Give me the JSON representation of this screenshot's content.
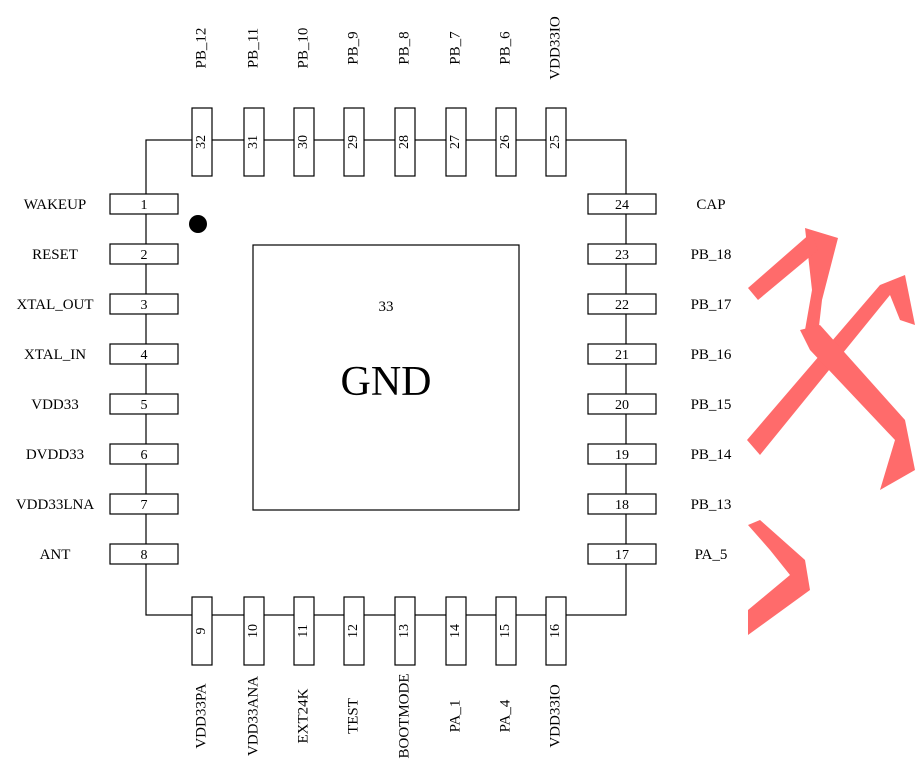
{
  "diagram": {
    "left_pins": [
      {
        "num": "1",
        "name": "WAKEUP"
      },
      {
        "num": "2",
        "name": "RESET"
      },
      {
        "num": "3",
        "name": "XTAL_OUT"
      },
      {
        "num": "4",
        "name": "XTAL_IN"
      },
      {
        "num": "5",
        "name": "VDD33"
      },
      {
        "num": "6",
        "name": "DVDD33"
      },
      {
        "num": "7",
        "name": "VDD33LNA"
      },
      {
        "num": "8",
        "name": "ANT"
      }
    ],
    "bottom_pins": [
      {
        "num": "9",
        "name": "VDD33PA"
      },
      {
        "num": "10",
        "name": "VDD33ANA"
      },
      {
        "num": "11",
        "name": "EXT24K"
      },
      {
        "num": "12",
        "name": "TEST"
      },
      {
        "num": "13",
        "name": "BOOTMODE"
      },
      {
        "num": "14",
        "name": "PA_1"
      },
      {
        "num": "15",
        "name": "PA_4"
      },
      {
        "num": "16",
        "name": "VDD33IO"
      }
    ],
    "right_pins": [
      {
        "num": "17",
        "name": "PA_5"
      },
      {
        "num": "18",
        "name": "PB_13"
      },
      {
        "num": "19",
        "name": "PB_14"
      },
      {
        "num": "20",
        "name": "PB_15"
      },
      {
        "num": "21",
        "name": "PB_16"
      },
      {
        "num": "22",
        "name": "PB_17"
      },
      {
        "num": "23",
        "name": "PB_18"
      },
      {
        "num": "24",
        "name": "CAP"
      }
    ],
    "top_pins": [
      {
        "num": "25",
        "name": "VDD33IO"
      },
      {
        "num": "26",
        "name": "PB_6"
      },
      {
        "num": "27",
        "name": "PB_7"
      },
      {
        "num": "28",
        "name": "PB_8"
      },
      {
        "num": "29",
        "name": "PB_9"
      },
      {
        "num": "30",
        "name": "PB_10"
      },
      {
        "num": "31",
        "name": "PB_11"
      },
      {
        "num": "32",
        "name": "PB_12"
      }
    ],
    "center_pad": {
      "num": "33",
      "label": "GND"
    },
    "colors": {
      "line": "#000000",
      "watermark": "#ff6b6b",
      "pin1_dot": "#000000"
    }
  }
}
